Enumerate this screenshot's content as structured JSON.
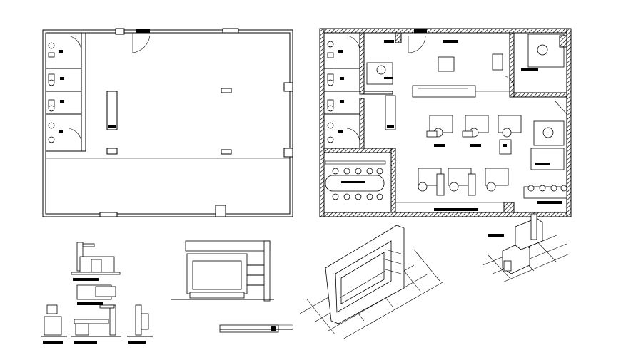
{
  "drawing": {
    "background": "#ffffff",
    "line_color": "#000000",
    "views": [
      {
        "id": "bare-floor-plan",
        "kind": "plan"
      },
      {
        "id": "furnished-floor-plan",
        "kind": "plan"
      },
      {
        "id": "desk-elevations",
        "kind": "elevation"
      },
      {
        "id": "reception-wall-elevation",
        "kind": "elevation"
      },
      {
        "id": "reception-wall-isometric",
        "kind": "isometric"
      },
      {
        "id": "workstation-isometric",
        "kind": "isometric"
      }
    ],
    "furnished_plan": {
      "toilet_count": 4,
      "workstation_count": 6,
      "conference_chairs": 10
    }
  }
}
